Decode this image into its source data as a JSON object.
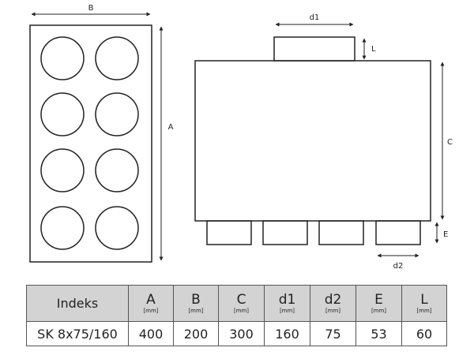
{
  "drawing": {
    "labels": {
      "B": "B",
      "A": "A",
      "d1": "d1",
      "L": "L",
      "C": "C",
      "E": "E",
      "d2": "d2"
    }
  },
  "table": {
    "first_header": "Indeks",
    "columns": [
      {
        "name": "A",
        "unit": "[mm]"
      },
      {
        "name": "B",
        "unit": "[mm]"
      },
      {
        "name": "C",
        "unit": "[mm]"
      },
      {
        "name": "d1",
        "unit": "[mm]"
      },
      {
        "name": "d2",
        "unit": "[mm]"
      },
      {
        "name": "E",
        "unit": "[mm]"
      },
      {
        "name": "L",
        "unit": "[mm]"
      }
    ],
    "row": {
      "index": "SK 8x75/160",
      "values": [
        "400",
        "200",
        "300",
        "160",
        "75",
        "53",
        "60"
      ]
    }
  }
}
